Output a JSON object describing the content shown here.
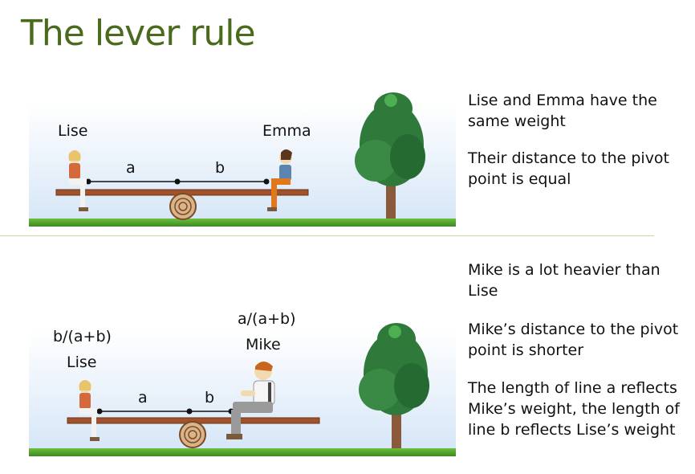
{
  "title": "The lever rule",
  "panel1": {
    "left_person": "Lise",
    "right_person": "Emma",
    "segment_a": "a",
    "segment_b": "b",
    "text1": "Lise and Emma have the same weight",
    "text2": "Their distance to the pivot point is equal"
  },
  "panel2": {
    "left_fraction": "b/(a+b)",
    "left_person": "Lise",
    "right_fraction": "a/(a+b)",
    "right_person": "Mike",
    "segment_a": "a",
    "segment_b": "b",
    "text1": "Mike is a lot heavier than Lise",
    "text2": "Mike’s distance to the pivot point is shorter",
    "text3": "The length of line a reflects Mike’s weight, the length of line b reflects Lise’s weight"
  },
  "colors": {
    "title": "#4a6a1e",
    "grass": "#5aa832",
    "plank": "#a0522d",
    "tree_foliage": "#2f7a3a",
    "tree_trunk": "#8b5a3c",
    "sky": "#dbe9f8"
  }
}
